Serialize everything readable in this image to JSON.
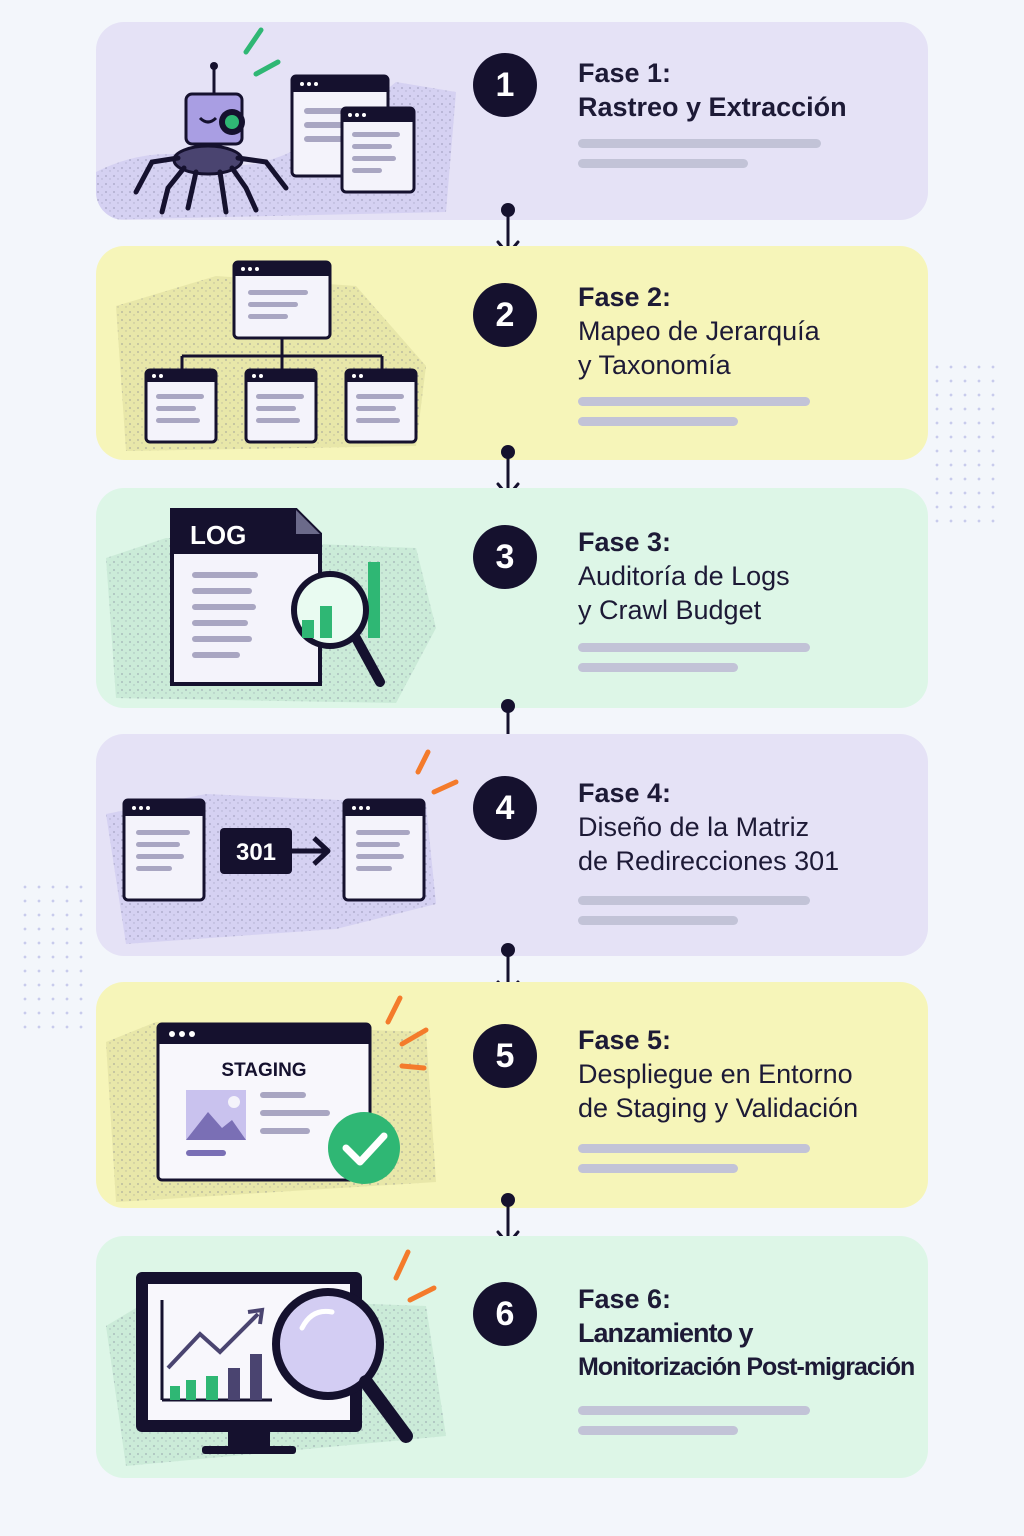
{
  "colors": {
    "navy": "#15112e",
    "lavender": "#e5e2f6",
    "yellow": "#f6f5b9",
    "mint": "#ddf6e7",
    "green": "#2fb774",
    "purple": "#a99ee3",
    "orange": "#f47b2b"
  },
  "phases": [
    {
      "num": "1",
      "label": "Fase 1:",
      "title": "Rastreo y Extracción",
      "icon": "crawler-robot-icon"
    },
    {
      "num": "2",
      "label": "Fase 2:",
      "title": "Mapeo de Jerarquía",
      "title2": "y Taxonomía",
      "icon": "sitemap-hierarchy-icon"
    },
    {
      "num": "3",
      "label": "Fase 3:",
      "title": "Auditoría de Logs",
      "title2": "y Crawl Budget",
      "icon": "log-audit-icon",
      "log_label": "LOG"
    },
    {
      "num": "4",
      "label": "Fase 4:",
      "title": "Diseño de la Matriz",
      "title2": "de Redirecciones 301",
      "icon": "redirect-301-icon",
      "redirect_code": "301"
    },
    {
      "num": "5",
      "label": "Fase 5:",
      "title": "Despliegue en Entorno",
      "title2": "de Staging y Validación",
      "icon": "staging-check-icon",
      "staging_label": "STAGING"
    },
    {
      "num": "6",
      "label": "Fase 6:",
      "title": "Lanzamiento y",
      "title2": "Monitorización Post-migración",
      "icon": "monitor-analytics-icon"
    }
  ]
}
